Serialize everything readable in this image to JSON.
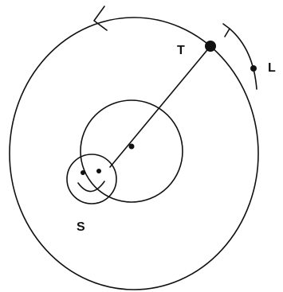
{
  "labels": {
    "t": "T",
    "l": "L",
    "s": "S"
  },
  "colors": {
    "ink": "#111111",
    "background": "#ffffff"
  }
}
